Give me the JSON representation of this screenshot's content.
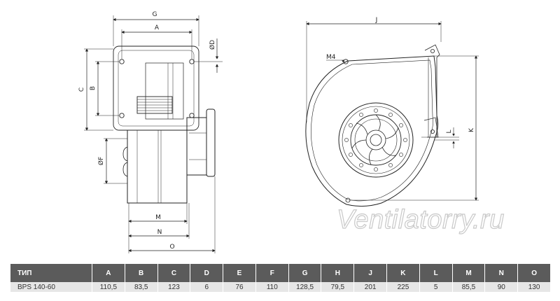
{
  "drawing": {
    "side_view_labels": [
      "G",
      "A",
      "ØD",
      "C",
      "B",
      "ØF",
      "M",
      "N",
      "O"
    ],
    "front_view_labels": [
      "J",
      "M4",
      "K",
      "L"
    ],
    "watermark": "Ventilatorry.ru"
  },
  "specs": {
    "headers": [
      "ТИП",
      "A",
      "B",
      "C",
      "D",
      "E",
      "F",
      "G",
      "H",
      "J",
      "K",
      "L",
      "M",
      "N",
      "O"
    ],
    "rows": [
      [
        "BPS 140-60",
        "110,5",
        "83,5",
        "123",
        "6",
        "76",
        "110",
        "128,5",
        "79,5",
        "201",
        "225",
        "5",
        "85,5",
        "90",
        "130"
      ]
    ]
  }
}
